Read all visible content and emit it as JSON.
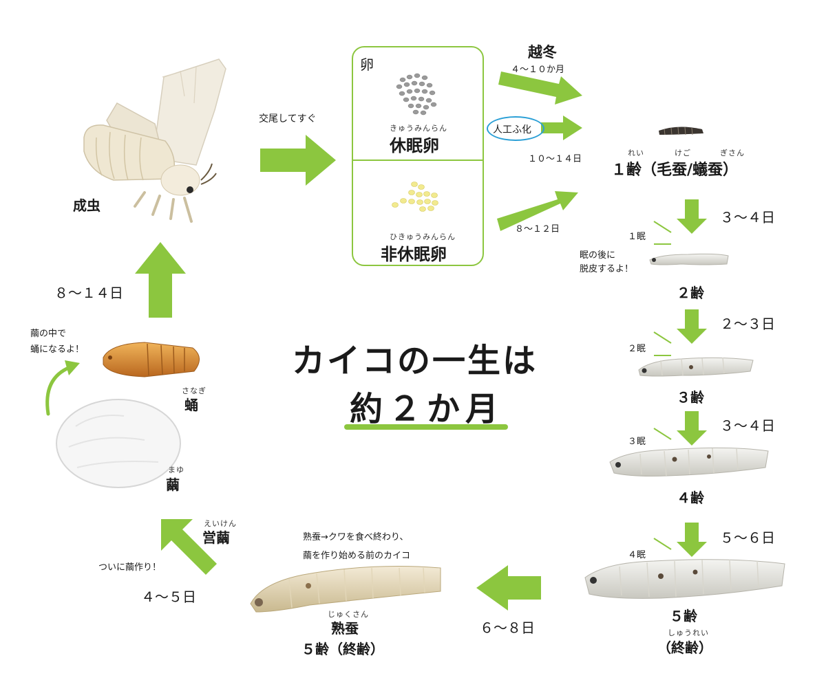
{
  "title": {
    "line1": "カイコの一生は",
    "line2": "約２か月"
  },
  "stages": {
    "adult": "成虫",
    "egg_box_label": "卵",
    "diapause_egg": {
      "ruby": "きゅうみんらん",
      "label": "休眠卵"
    },
    "nondiapause_egg": {
      "ruby": "ひきゅうみんらん",
      "label": "非休眠卵"
    },
    "instar1": {
      "ruby_rei": "れい",
      "ruby_kego": "けご",
      "ruby_gisan": "ぎさん",
      "label": "１齢（毛蚕/蟻蚕）"
    },
    "instar2": "２齢",
    "instar3": "３齢",
    "instar4": "４齢",
    "instar5": {
      "label": "５齢",
      "ruby": "しゅうれい",
      "sub": "（終齢）"
    },
    "mature": {
      "ruby": "じゅくさん",
      "label": "熟蚕",
      "sub": "５齢（終齢）"
    },
    "spinning": {
      "ruby": "えいけん",
      "label": "営繭"
    },
    "cocoon": {
      "ruby": "まゆ",
      "label": "繭"
    },
    "pupa": {
      "ruby": "さなぎ",
      "label": "蛹"
    }
  },
  "notes": {
    "mating": "交尾してすぐ",
    "overwinter": "越冬",
    "overwinter_days": "４～１０か月",
    "artificial": "人工ふ化",
    "artificial_days": "１０～１４日",
    "nondiapause_days": "８～１２日",
    "molt_note_1": "眠の後に",
    "molt_note_2": "脱皮するよ！",
    "pupa_note_1": "繭の中で",
    "pupa_note_2": "蛹になるよ！",
    "cocoon_making": "ついに繭作り！",
    "mature_note_1": "熟蚕→クワを食べ終わり、",
    "mature_note_2": "繭を作り始める前のカイコ"
  },
  "sleeps": {
    "s1": "１眠",
    "s2": "２眠",
    "s3": "３眠",
    "s4": "４眠"
  },
  "durations": {
    "i1_i2": "３～４日",
    "i2_i3": "２～３日",
    "i3_i4": "３～４日",
    "i4_i5": "５～６日",
    "i5_mature": "６～８日",
    "mature_cocoon": "４～５日",
    "pupa_adult": "８～１４日"
  },
  "colors": {
    "arrow": "#8cc63f",
    "accent_blue": "#2a9fd6"
  }
}
